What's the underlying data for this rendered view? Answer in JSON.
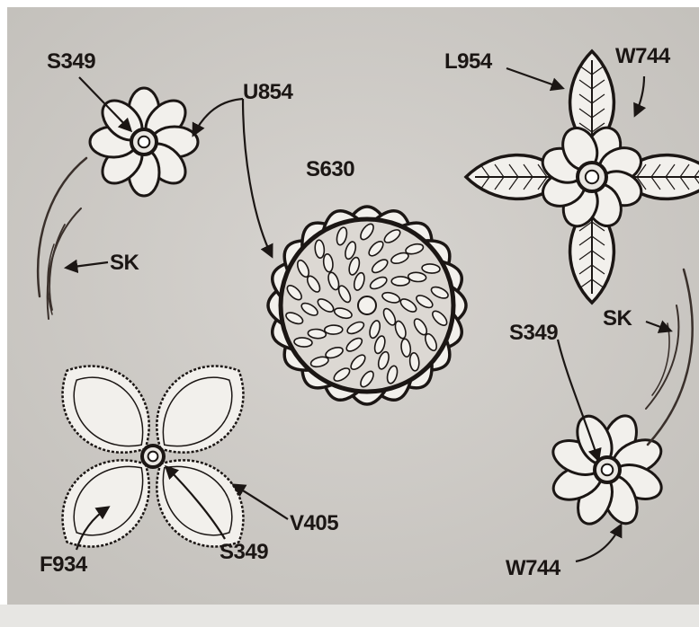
{
  "labels": {
    "s349_top": "S349",
    "u854": "U854",
    "s630": "S630",
    "l954": "L954",
    "w744_top": "W744",
    "sk_left": "SK",
    "sk_right": "SK",
    "s349_right": "S349",
    "w744_bottom": "W744",
    "f934": "F934",
    "s349_bottom": "S349",
    "v405": "V405"
  },
  "colors": {
    "background": "#cdcac6",
    "ink": "#1b1614",
    "highlight": "#f2f0ec"
  }
}
